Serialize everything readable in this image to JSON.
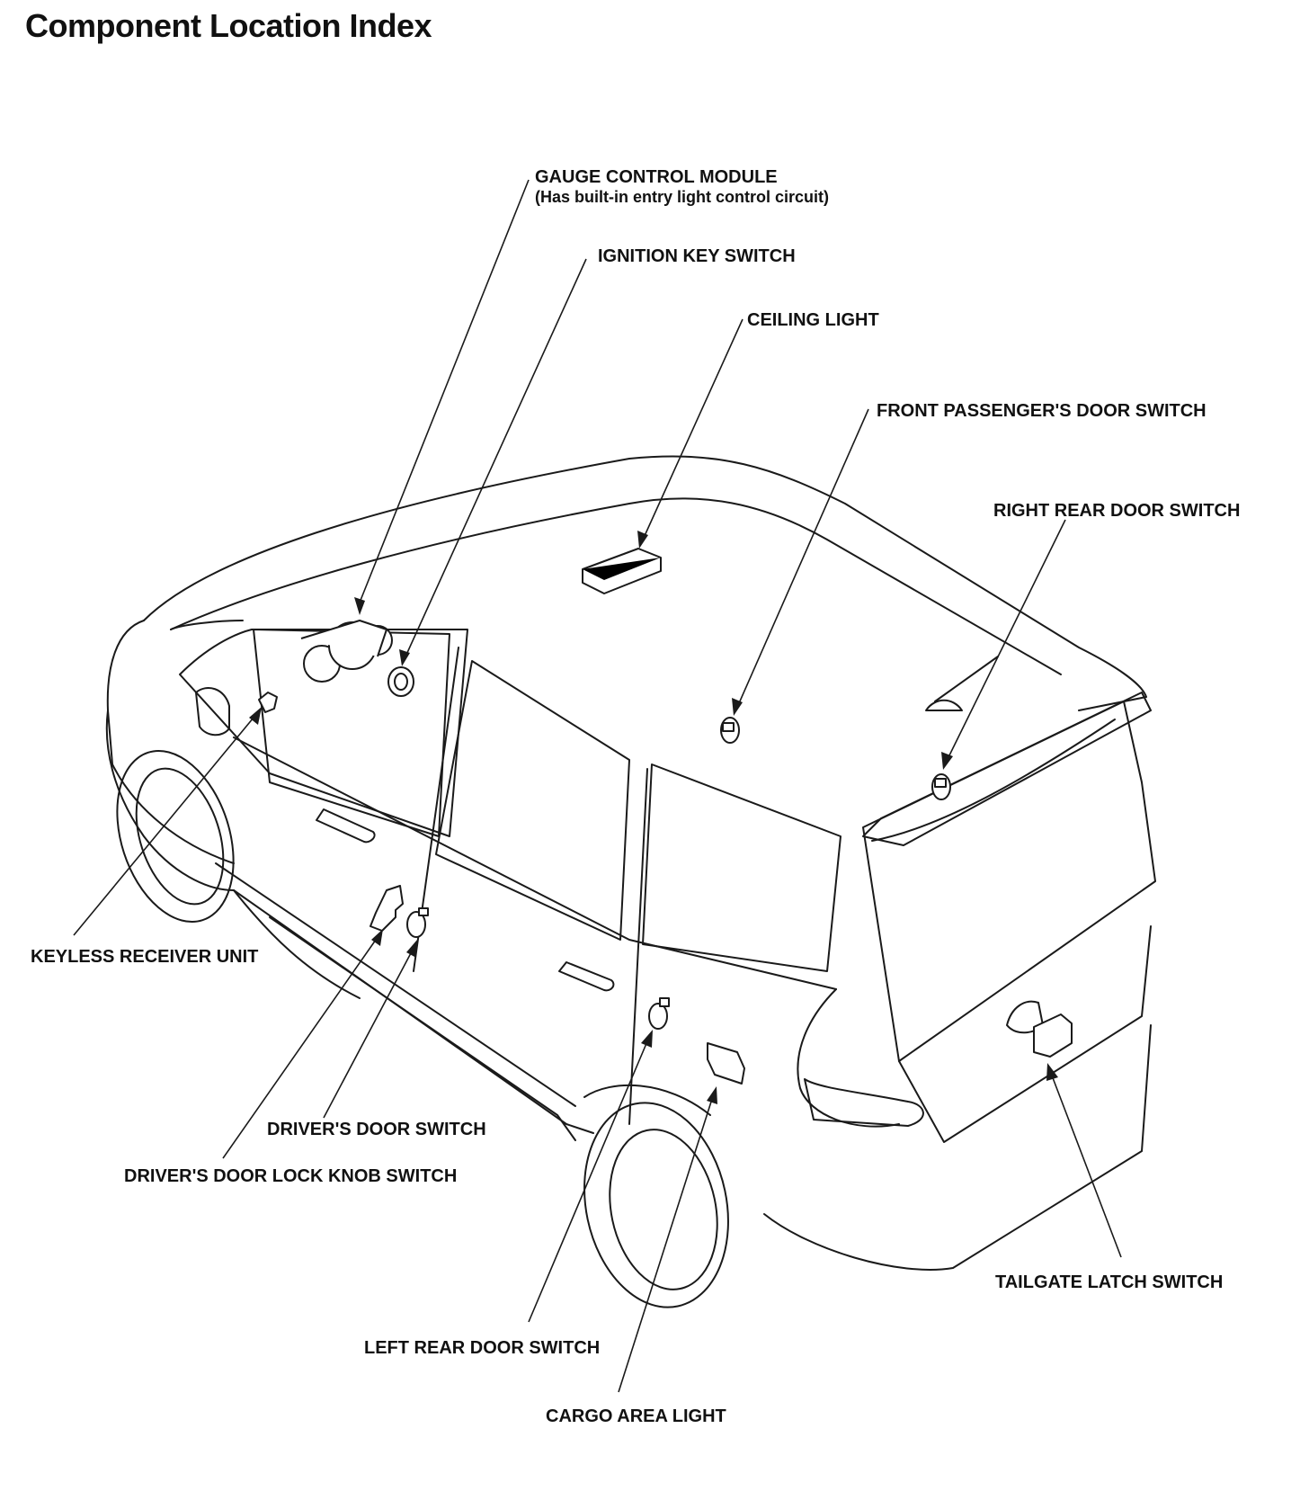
{
  "title": "Component Location Index",
  "labels": {
    "gauge_control_module": "GAUGE CONTROL MODULE",
    "gauge_control_module_note": "(Has built-in entry light control circuit)",
    "ignition_key_switch": "IGNITION KEY SWITCH",
    "ceiling_light": "CEILING LIGHT",
    "front_passenger_door_switch": "FRONT PASSENGER'S DOOR SWITCH",
    "right_rear_door_switch": "RIGHT REAR DOOR SWITCH",
    "keyless_receiver_unit": "KEYLESS RECEIVER UNIT",
    "drivers_door_switch": "DRIVER'S DOOR SWITCH",
    "drivers_door_lock_knob_switch": "DRIVER'S DOOR LOCK KNOB SWITCH",
    "left_rear_door_switch": "LEFT REAR DOOR SWITCH",
    "cargo_area_light": "CARGO AREA LIGHT",
    "tailgate_latch_switch": "TAILGATE LATCH SWITCH"
  }
}
